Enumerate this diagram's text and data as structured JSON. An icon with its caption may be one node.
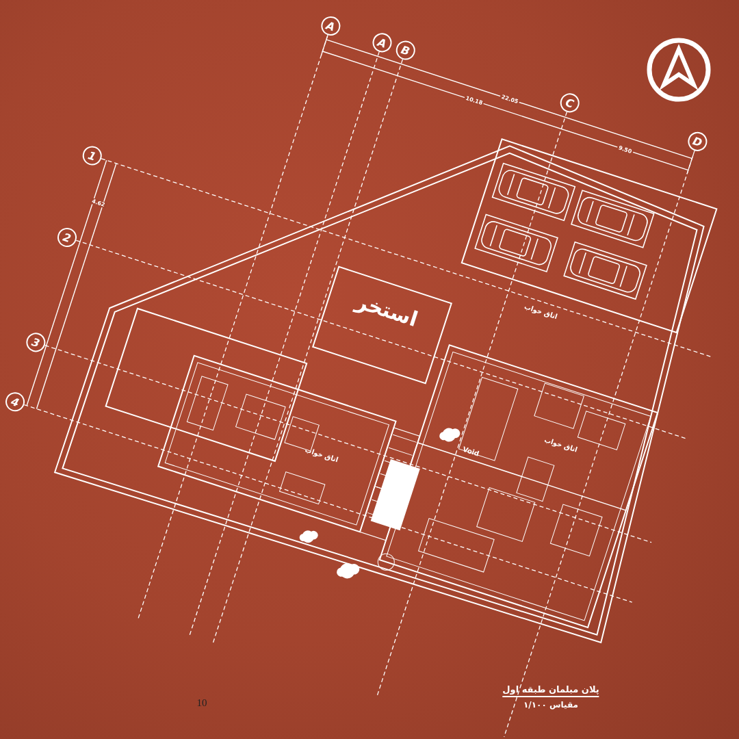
{
  "diagram": {
    "title": "پلان مبلمان طبقه اول",
    "nodes": [
      {
        "text": [
          "A"
        ]
      },
      {
        "text": [
          "A"
        ]
      },
      {
        "text": [
          "B"
        ]
      },
      {
        "text": [
          "C"
        ]
      },
      {
        "text": [
          "D"
        ]
      },
      {
        "text": [
          "1"
        ]
      },
      {
        "text": [
          "2"
        ]
      },
      {
        "text": [
          "3"
        ]
      },
      {
        "text": [
          "4"
        ]
      },
      {
        "text": [
          "استخر"
        ]
      }
    ],
    "labels": [
      "10.18",
      "22.05",
      "9.50",
      "4.62",
      "اتاق خواب",
      "اتاق خواب",
      "Void",
      "اتاق خواب",
      "مقیاس ۱/۱۰۰",
      "10"
    ]
  }
}
